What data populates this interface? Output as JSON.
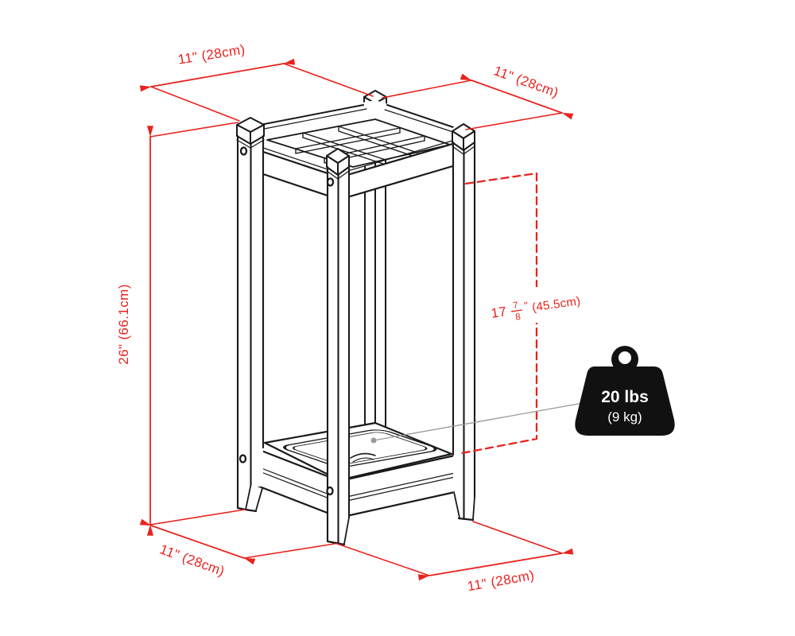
{
  "diagram": {
    "dimensions": {
      "top_left_width": "11\" (28cm)",
      "top_right_depth": "11\" (28cm)",
      "height": "26\" (66.1cm)",
      "inner_height": {
        "whole": "17",
        "numerator": "7",
        "denominator": "8",
        "unit": "\"",
        "metric": "(45.5cm)"
      },
      "bottom_left_width": "11\" (28cm)",
      "bottom_right_depth": "11\" (28cm)"
    },
    "weight_capacity": {
      "value": "20 lbs",
      "metric": "(9 kg)"
    },
    "colors": {
      "dimension_red": "#e8231d",
      "outline_black": "#1a1a1a",
      "leader_gray": "#999999",
      "weight_black": "#111111",
      "weight_text": "#ffffff",
      "background": "#ffffff"
    }
  }
}
